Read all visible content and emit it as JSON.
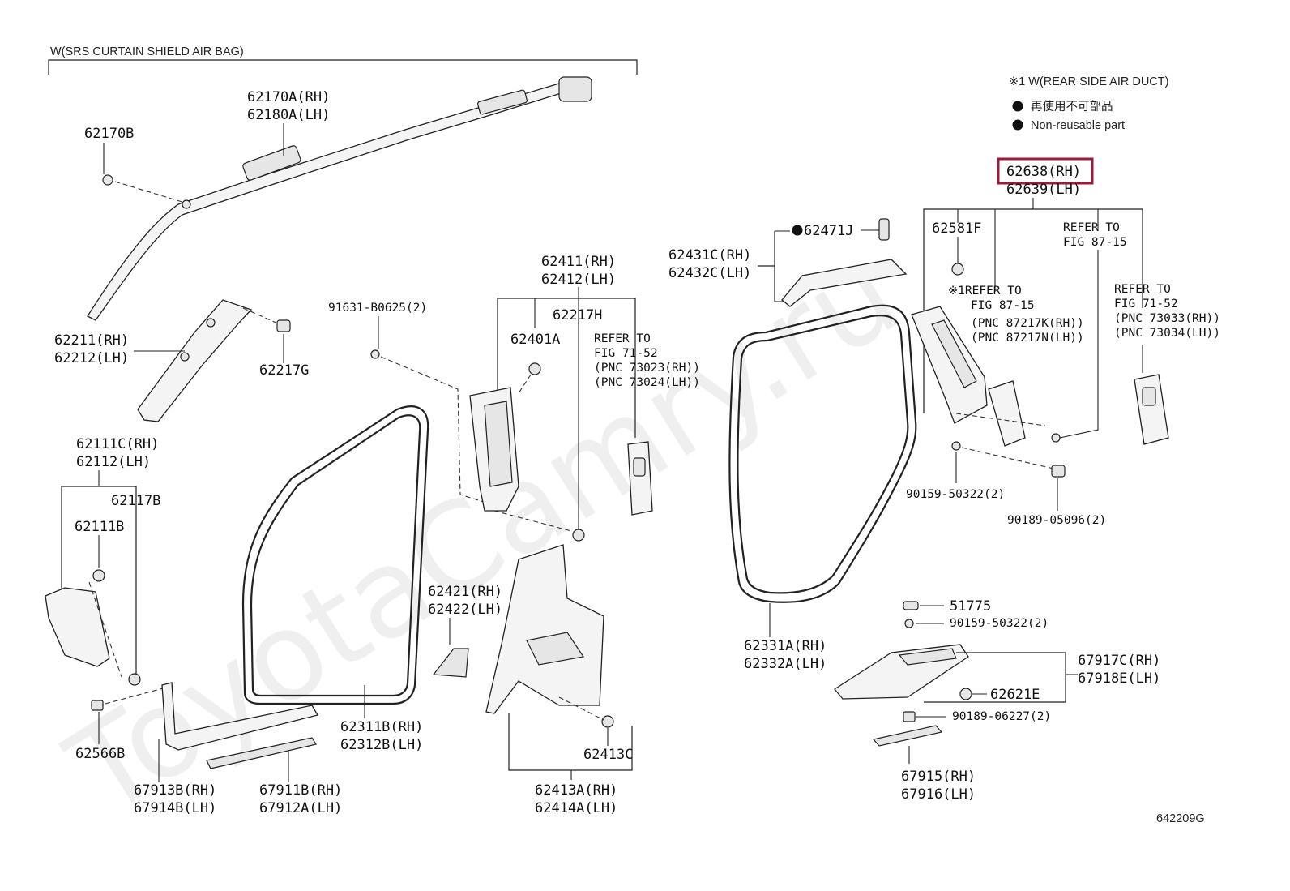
{
  "header": {
    "group_label": "W(SRS CURTAIN SHIELD AIR BAG)"
  },
  "legend": {
    "note1": "※1 W(REAR SIDE AIR DUCT)",
    "note_jp": "再使用不可部品",
    "note_en": "Non-reusable part",
    "marker_color": "#111111"
  },
  "highlight": {
    "part": "62638(RH)",
    "color": "#9b1b3a"
  },
  "watermark": "ToyotaCamry.ru",
  "figure_code": "642209G",
  "parts": {
    "p62170A": "62170A(RH)",
    "p62180A": "62180A(LH)",
    "p62170B": "62170B",
    "p62211": "62211(RH)",
    "p62212": "62212(LH)",
    "p62217G": "62217G",
    "p91631": "91631-B0625(2)",
    "p62411": "62411(RH)",
    "p62412": "62412(LH)",
    "p62217H": "62217H",
    "p62401A": "62401A",
    "ref7152a_1": "REFER TO",
    "ref7152a_2": "FIG 71-52",
    "ref7152a_3": "(PNC 73023(RH))",
    "ref7152a_4": "(PNC 73024(LH))",
    "p62111C": "62111C(RH)",
    "p62112": "62112(LH)",
    "p62117B": "62117B",
    "p62111B": "62111B",
    "p62566B": "62566B",
    "p67913B": "67913B(RH)",
    "p67914B": "67914B(LH)",
    "p67911B": "67911B(RH)",
    "p67912A": "67912A(LH)",
    "p62311B": "62311B(RH)",
    "p62312B": "62312B(LH)",
    "p62421": "62421(RH)",
    "p62422": "62422(LH)",
    "p62413C": "62413C",
    "p62413A": "62413A(RH)",
    "p62414A": "62414A(LH)",
    "p62431C": "62431C(RH)",
    "p62432C": "62432C(LH)",
    "p62471J": "62471J",
    "p62639": "62639(LH)",
    "p62581F": "62581F",
    "ref8715a_1": "REFER TO",
    "ref8715a_2": "FIG 87-15",
    "ref8715b_1": "※1REFER TO",
    "ref8715b_2": "FIG 87-15",
    "ref8715b_3": "(PNC 87217K(RH))",
    "ref8715b_4": "(PNC 87217N(LH))",
    "ref7152b_1": "REFER TO",
    "ref7152b_2": "FIG 71-52",
    "ref7152b_3": "(PNC 73033(RH))",
    "ref7152b_4": "(PNC 73034(LH))",
    "p90159a": "90159-50322(2)",
    "p90189a": "90189-05096(2)",
    "p62331A": "62331A(RH)",
    "p62332A": "62332A(LH)",
    "p51775": "51775",
    "p90159b": "90159-50322(2)",
    "p67917C": "67917C(RH)",
    "p67918E": "67918E(LH)",
    "p62621E": "62621E",
    "p90189b": "90189-06227(2)",
    "p67915": "67915(RH)",
    "p67916": "67916(LH)"
  }
}
